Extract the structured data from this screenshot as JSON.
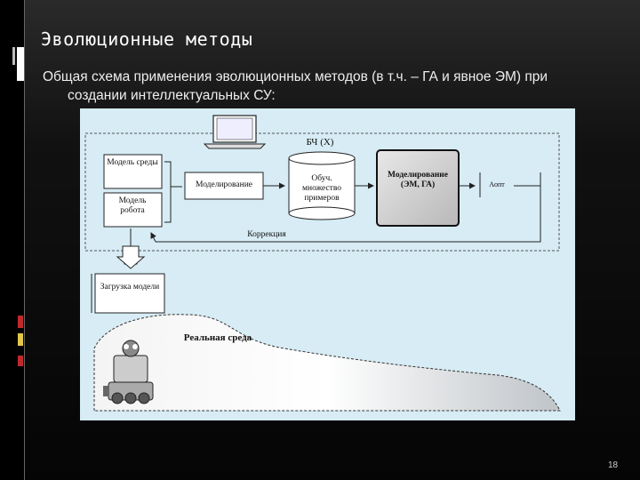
{
  "slide": {
    "title": "Эволюционные методы",
    "subtitle_line1": "Общая схема применения эволюционных методов (в т.ч. – ГА и явное ЭМ) при",
    "subtitle_line2": "создании интеллектуальных СУ:",
    "page_number": "18"
  },
  "diagram": {
    "env_model": "Модель среды",
    "robot_model": "Модель робота",
    "modeling": "Моделирование",
    "bch": "БЧ (X)",
    "training_set": "Обуч. множество примеров",
    "evo_modeling": "Моделирование (ЭМ, ГА)",
    "a_opt": "Aопт",
    "correction": "Коррекция",
    "model_loading": "Загрузка модели",
    "real_env": "Реальная среда"
  },
  "colors": {
    "background": "#000000",
    "diagram_bg": "#d7ecf5",
    "accent_red": "#c0282d",
    "accent_yellow": "#e2c84a"
  }
}
